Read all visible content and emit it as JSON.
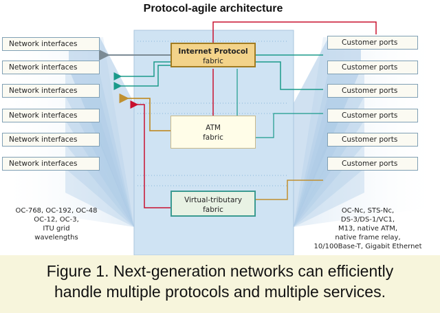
{
  "title": "Protocol-agile architecture",
  "left_boxes": [
    "Network interfaces",
    "Network interfaces",
    "Network interfaces",
    "Network interfaces",
    "Network interfaces",
    "Network interfaces"
  ],
  "right_boxes": [
    "Customer ports",
    "Customer ports",
    "Customer ports",
    "Customer ports",
    "Customer ports",
    "Customer ports"
  ],
  "fabrics": {
    "ip": [
      "Internet Protocol",
      "fabric"
    ],
    "atm": [
      "ATM",
      "fabric"
    ],
    "vt": [
      "Virtual-tributary",
      "fabric"
    ]
  },
  "left_note": [
    "OC-768, OC-192, OC-48",
    "OC-12, OC-3,",
    "ITU grid",
    "wavelengths"
  ],
  "right_note": [
    "OC-Nc, STS-Nc,",
    "DS-3/DS-1/VC1,",
    "M13, native ATM,",
    "native frame relay,",
    "10/100Base-T, Gigabit Ethernet"
  ],
  "caption": [
    "Figure 1. Next-generation networks can efficiently",
    "handle multiple protocols and multiple services."
  ],
  "colors": {
    "panel": "#cfe3f3",
    "fan": "#a9c9e6",
    "ip_fabric_fill": "#f3d38a",
    "vt_fabric_border": "#3a9a90",
    "red": "#c8102e",
    "gray": "#7b8a94",
    "teal": "#1a9a8a",
    "gold": "#c09030",
    "caption_band": "#f7f5dc"
  }
}
